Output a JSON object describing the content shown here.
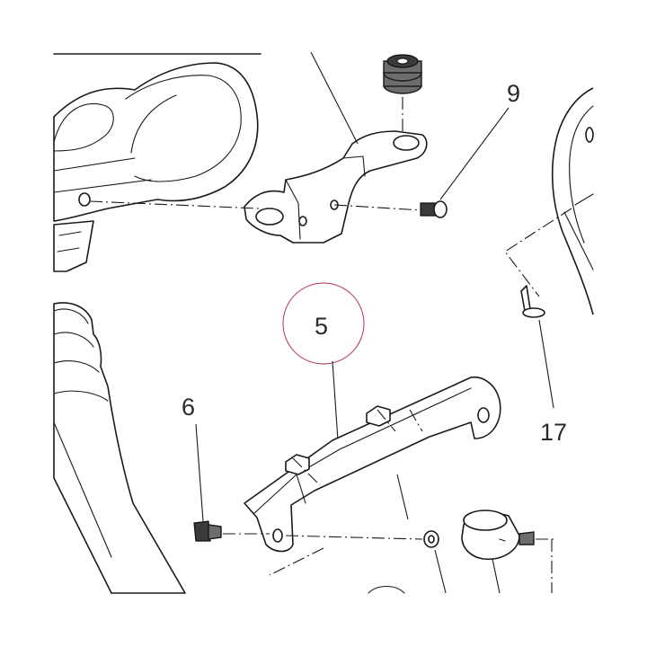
{
  "callouts": {
    "part_9": "9",
    "part_5": "5",
    "part_6": "6",
    "part_17": "17"
  },
  "colors": {
    "line": "#1a1a1a",
    "highlight_circle": "#b0354a",
    "rubber": "#6d6d6d",
    "background": "#ffffff"
  }
}
